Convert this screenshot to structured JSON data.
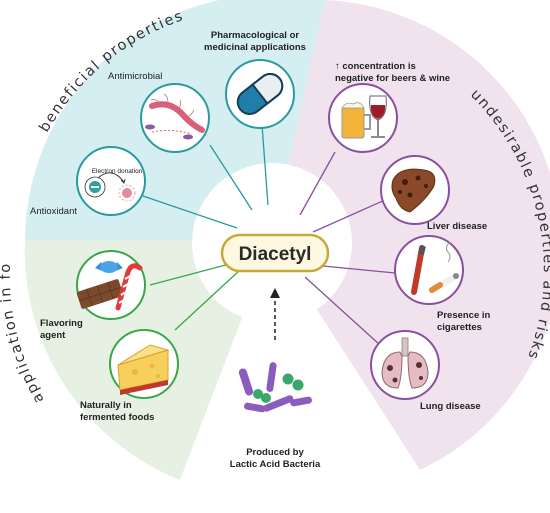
{
  "center": {
    "label": "Diacetyl"
  },
  "sectors": {
    "beneficial": {
      "title": "beneficial properties",
      "color": "#d4eef2"
    },
    "food": {
      "title": "application in food",
      "color": "#e6f1e4"
    },
    "undesirable": {
      "title": "undesirable properties and risks",
      "color": "#f0e3ee"
    }
  },
  "items": {
    "antioxidant": {
      "label": "Antioxidant",
      "inner_label": "Electron donation",
      "color": "#2b9aa0"
    },
    "antimicrobial": {
      "label": "Antimicrobial",
      "color": "#2b9aa0"
    },
    "pharma": {
      "line1": "Pharmacological or",
      "line2": "medicinal applications",
      "color": "#2b9aa0"
    },
    "flavoring": {
      "line1": "Flavoring",
      "line2": "agent",
      "color": "#3aa64a"
    },
    "fermented": {
      "line1": "Naturally  in",
      "line2": "fermented foods",
      "color": "#3aa64a"
    },
    "beer_wine": {
      "line1": "↑ concentration is",
      "line2": "negative for beers & wine",
      "color": "#8a4fa0"
    },
    "liver": {
      "label": "Liver disease",
      "color": "#8a4fa0"
    },
    "cigarettes": {
      "line1": "Presence in",
      "line2": "cigarettes",
      "color": "#8a4fa0"
    },
    "lung": {
      "label": "Lung disease",
      "color": "#8a4fa0"
    },
    "bacteria": {
      "line1": "Produced by",
      "line2": "Lactic Acid Bacteria"
    }
  }
}
